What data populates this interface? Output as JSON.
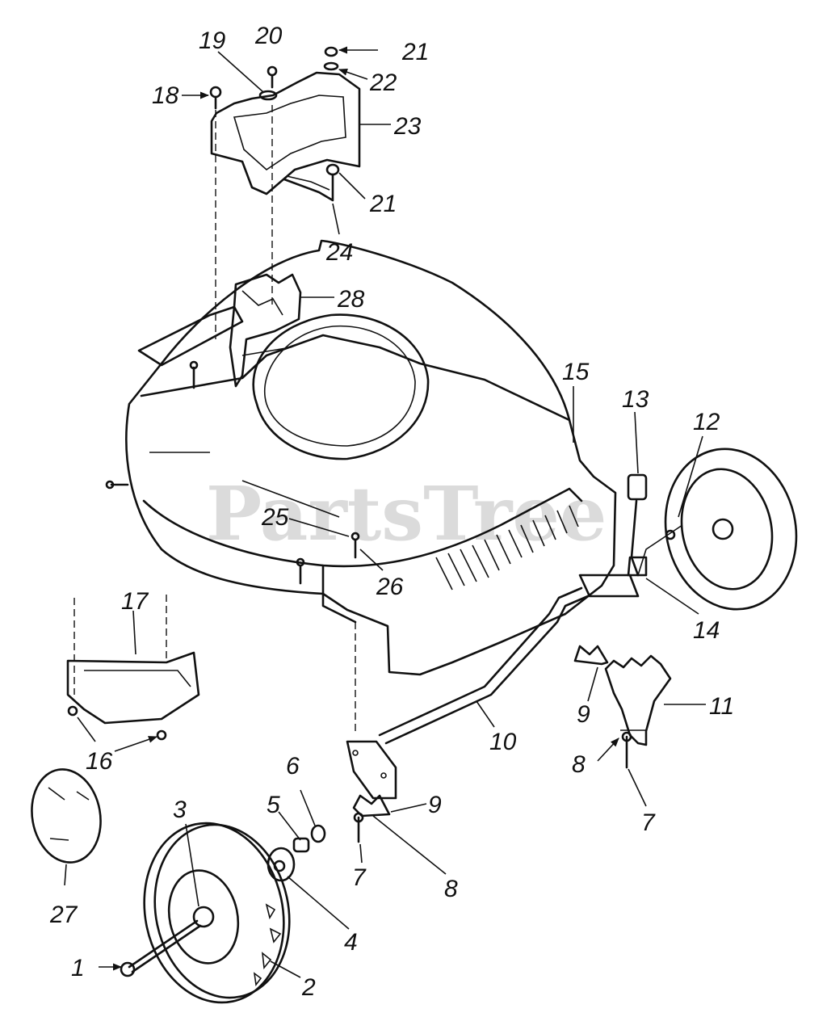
{
  "watermark": "PartsTree",
  "callouts": [
    "1",
    "2",
    "3",
    "4",
    "5",
    "6",
    "7",
    "7",
    "8",
    "8",
    "9",
    "9",
    "10",
    "11",
    "12",
    "13",
    "14",
    "15",
    "16",
    "17",
    "18",
    "19",
    "20",
    "21",
    "21",
    "22",
    "23",
    "24",
    "25",
    "26",
    "27",
    "28"
  ]
}
